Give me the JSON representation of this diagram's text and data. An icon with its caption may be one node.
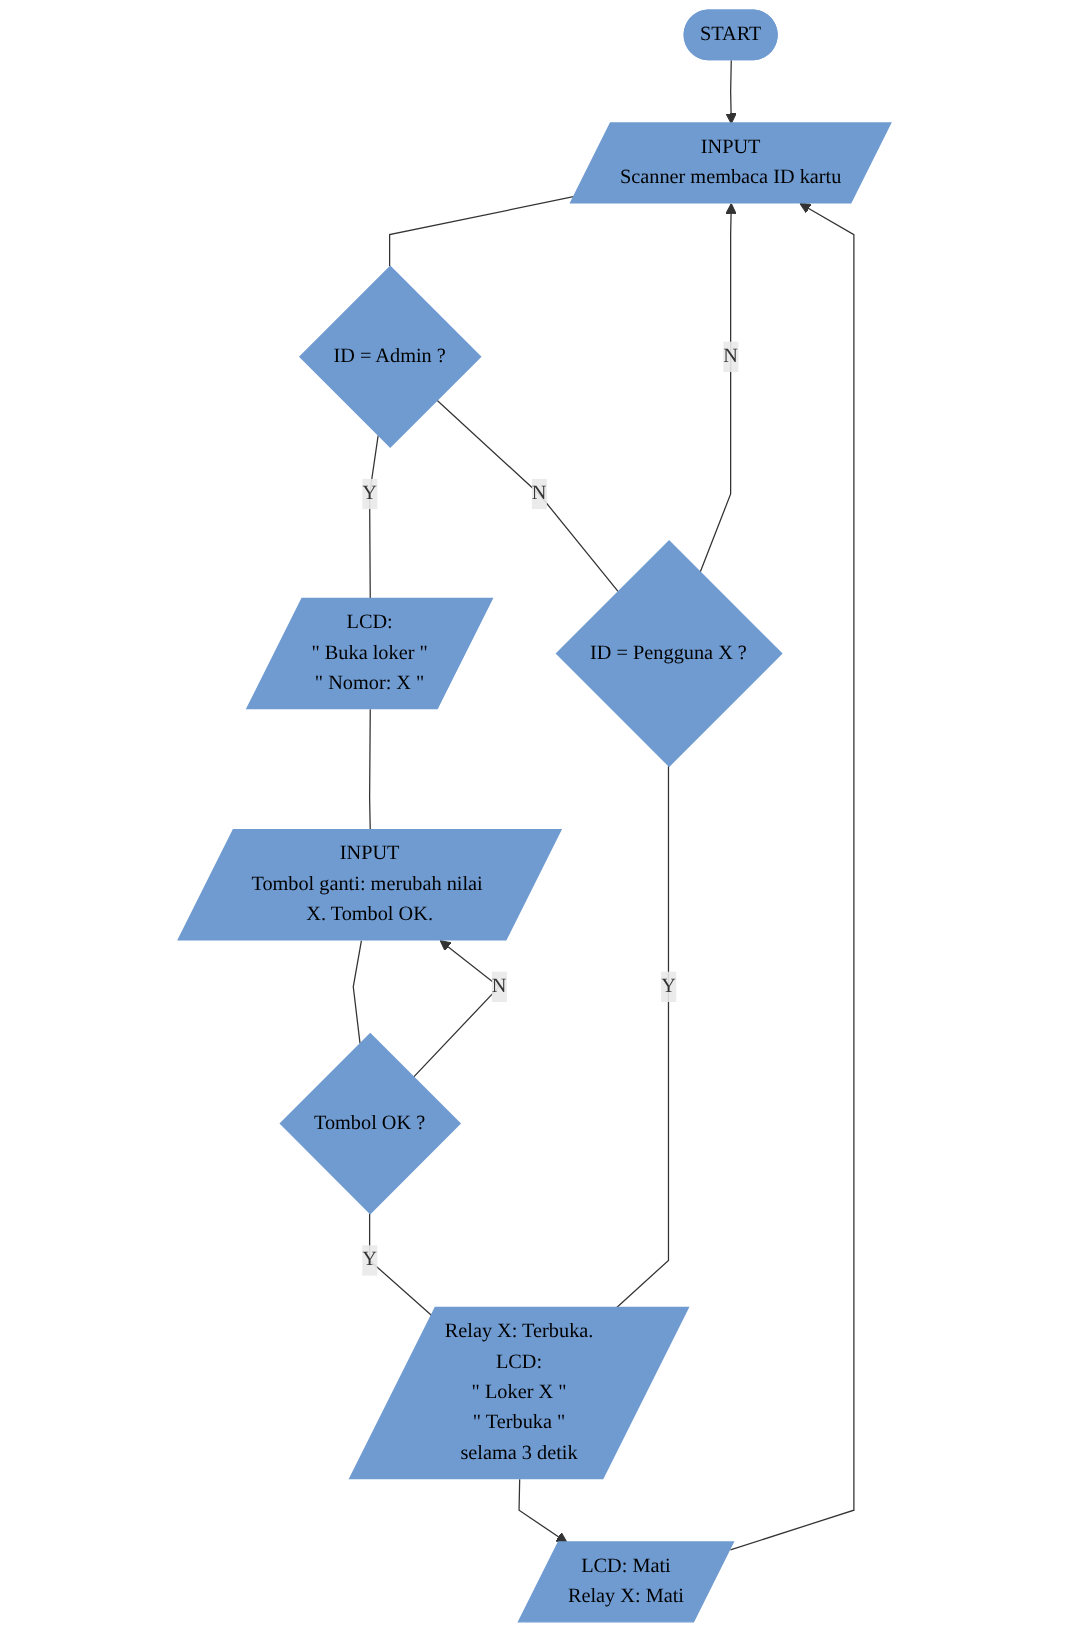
{
  "diagram": {
    "nodes": [
      {
        "text": [
          "START"
        ]
      },
      {
        "text": [
          "INPUT",
          "Scanner membaca ID kartu"
        ]
      },
      {
        "text": [
          "ID = Admin ?"
        ]
      },
      {
        "text": [
          "LCD:",
          "\" Buka loker \"",
          "\" Nomor: X \""
        ]
      },
      {
        "text": [
          "INPUT",
          "Tombol ganti: merubah nilai X. Tombol OK."
        ]
      },
      {
        "text": [
          "Tombol OK ?"
        ]
      },
      {
        "text": [
          "ID = Pengguna X ?"
        ]
      },
      {
        "text": [
          "Relay X: Terbuka.",
          "LCD:",
          "\" Loker X \"",
          "\" Terbuka \"",
          "selama 3 detik"
        ]
      },
      {
        "text": [
          "LCD: Mati",
          "Relay X: Mati"
        ]
      }
    ],
    "edges": [
      {
        "from": 0,
        "to": 1,
        "arrow": "to"
      },
      {
        "from": 1,
        "to": 2,
        "arrow": "none"
      },
      {
        "from": 2,
        "to": 3,
        "arrow": "none",
        "label": "Y"
      },
      {
        "from": 3,
        "to": 4,
        "arrow": "none"
      },
      {
        "from": 4,
        "to": 5,
        "arrow": "none"
      },
      {
        "from": 5,
        "to": 4,
        "arrow": "to",
        "label": "N"
      },
      {
        "from": 2,
        "to": 6,
        "arrow": "none",
        "label": "N"
      },
      {
        "from": 5,
        "to": 7,
        "arrow": "none",
        "label": "Y"
      },
      {
        "from": 6,
        "to": 7,
        "arrow": "none",
        "label": "Y"
      },
      {
        "from": 7,
        "to": 8,
        "arrow": "to"
      },
      {
        "from": 6,
        "to": 1,
        "arrow": "to",
        "label": "N"
      },
      {
        "from": 8,
        "to": 1,
        "arrow": "to"
      }
    ]
  }
}
